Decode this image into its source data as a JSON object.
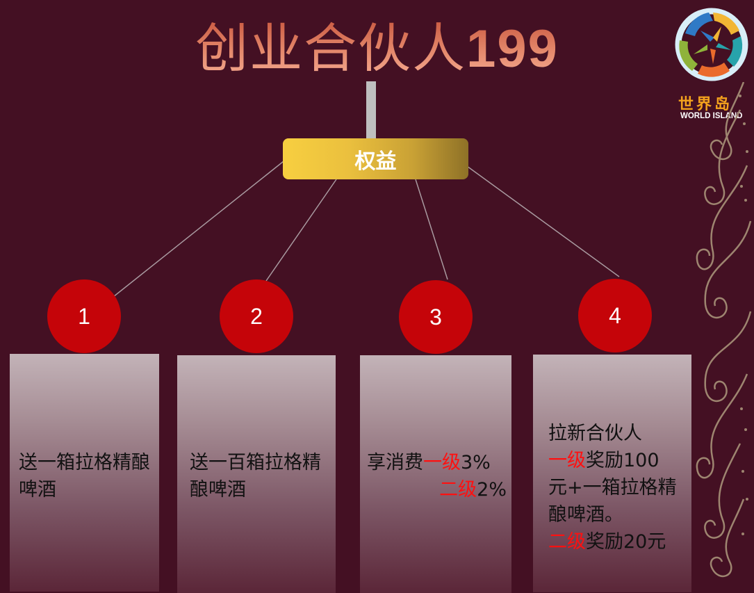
{
  "slide": {
    "title": "创业合伙人",
    "title_number": "199",
    "hub_label": "权益"
  },
  "logo": {
    "name_cn": "世界岛",
    "name_en": "WORLD ISLAND"
  },
  "benefits": [
    {
      "number": "1",
      "text": "送一箱拉格精酿啤酒"
    },
    {
      "number": "2",
      "text": "送一百箱拉格精酿啤酒"
    },
    {
      "number": "3",
      "prefix": "享消费",
      "level1": "一级",
      "level1_value": "3%",
      "level2": "二级",
      "level2_value": "2%"
    },
    {
      "number": "4",
      "line1": "拉新合伙人",
      "level1": "一级",
      "level1_reward": "奖励100元+一箱拉格精酿啤酒。",
      "level2": "二级",
      "level2_reward": "奖励20元"
    }
  ],
  "colors": {
    "background": "#441023",
    "circle": "#c50409",
    "hub_gold": "#ebc03e",
    "highlight": "#ff1010"
  }
}
